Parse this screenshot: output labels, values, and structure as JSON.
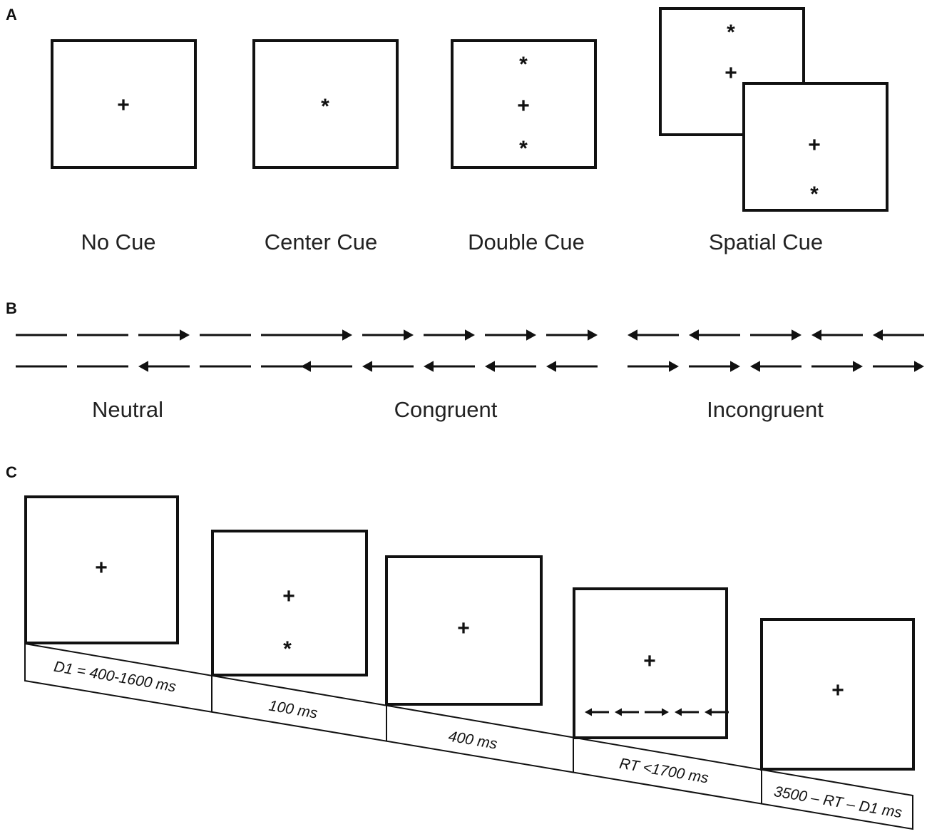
{
  "panels": {
    "a": {
      "letter": "A",
      "cues": [
        {
          "label": "No Cue",
          "plus": "+"
        },
        {
          "label": "Center Cue",
          "star": "*"
        },
        {
          "label": "Double Cue",
          "star_top": "*",
          "plus": "+",
          "star_bottom": "*"
        },
        {
          "label": "Spatial Cue",
          "back_star": "*",
          "back_plus": "+",
          "front_plus": "+",
          "front_star": "*"
        }
      ]
    },
    "b": {
      "letter": "B",
      "flankers": [
        {
          "label": "Neutral",
          "rows": [
            [
              "line",
              "line",
              "right",
              "line",
              "line"
            ],
            [
              "line",
              "line",
              "left",
              "line",
              "line"
            ]
          ]
        },
        {
          "label": "Congruent",
          "rows": [
            [
              "right",
              "right",
              "right",
              "right",
              "right"
            ],
            [
              "left",
              "left",
              "left",
              "left",
              "left"
            ]
          ]
        },
        {
          "label": "Incongruent",
          "rows": [
            [
              "left",
              "left",
              "right",
              "left",
              "left"
            ],
            [
              "right",
              "right",
              "left",
              "right",
              "right"
            ]
          ]
        }
      ]
    },
    "c": {
      "letter": "C",
      "screens": [
        {
          "plus": "+",
          "duration": "D1 = 400-1600 ms"
        },
        {
          "plus": "+",
          "star": "*",
          "duration": "100 ms"
        },
        {
          "plus": "+",
          "duration": "400 ms"
        },
        {
          "plus": "+",
          "target": [
            "left",
            "left",
            "right",
            "left",
            "left"
          ],
          "duration": "RT <1700 ms"
        },
        {
          "plus": "+",
          "duration": "3500 – RT – D1 ms"
        }
      ]
    }
  }
}
